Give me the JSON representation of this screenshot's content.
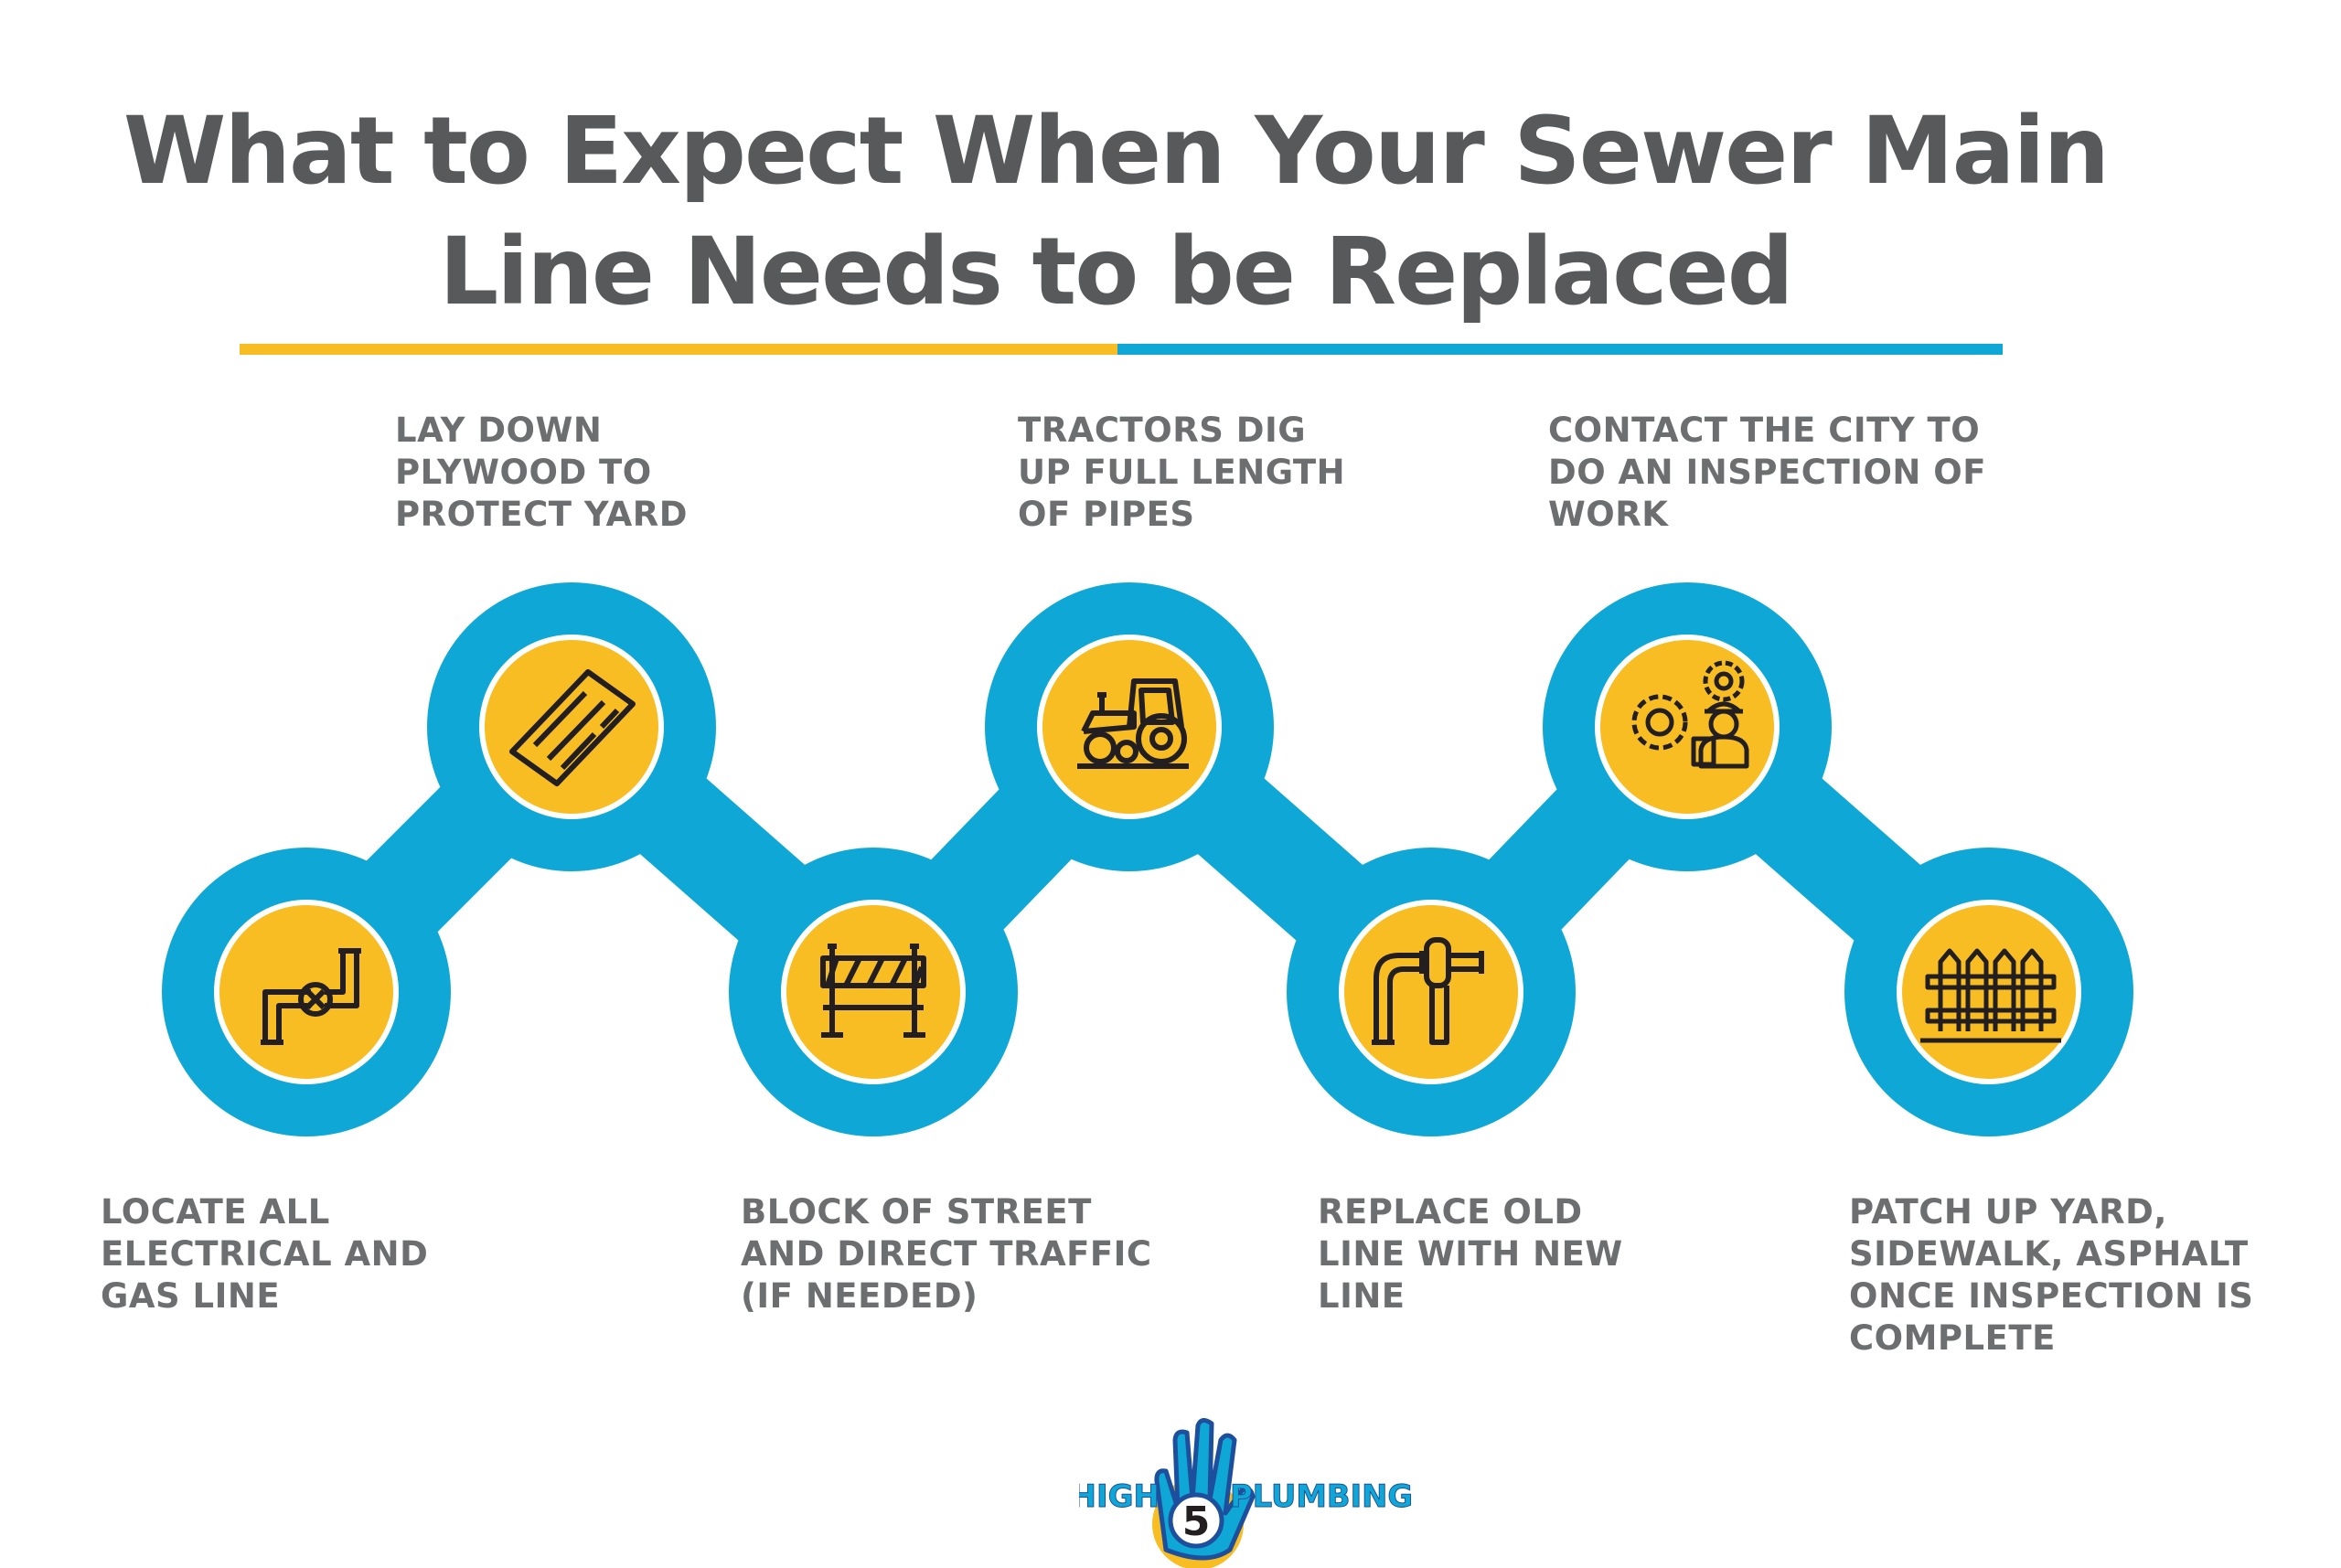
{
  "title": {
    "line1": "What to Expect When Your Sewer Main",
    "line2": "Line Needs to be Replaced"
  },
  "colors": {
    "blue": "#0fa8d6",
    "yellow": "#f7bd23",
    "text": "#58595b"
  },
  "steps": [
    {
      "lines": [
        "LOCATE ALL",
        "ELECTRICAL AND",
        "GAS LINE"
      ],
      "icon": "pipe-valve-icon"
    },
    {
      "lines": [
        "LAY DOWN",
        "PLYWOOD TO",
        "PROTECT YARD"
      ],
      "icon": "plywood-board-icon"
    },
    {
      "lines": [
        "BLOCK OF STREET",
        "AND DIRECT TRAFFIC",
        "(IF NEEDED)"
      ],
      "icon": "road-barrier-icon"
    },
    {
      "lines": [
        "TRACTORS DIG",
        "UP FULL LENGTH",
        "OF PIPES"
      ],
      "icon": "tractor-icon"
    },
    {
      "lines": [
        "REPLACE OLD",
        "LINE WITH NEW",
        "LINE"
      ],
      "icon": "pipe-wrench-icon"
    },
    {
      "lines": [
        "CONTACT THE CITY TO",
        "DO AN INSPECTION OF",
        "WORK"
      ],
      "icon": "inspector-gears-icon"
    },
    {
      "lines": [
        "PATCH UP YARD,",
        "SIDEWALK, ASPHALT",
        "ONCE INSPECTION IS",
        "COMPLETE"
      ],
      "icon": "fence-icon"
    }
  ],
  "logo": {
    "left_text": "HIGH",
    "number": "5",
    "right_text": "PLUMBING"
  }
}
